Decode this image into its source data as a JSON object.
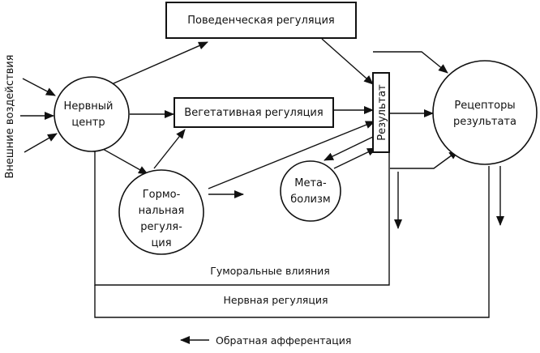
{
  "diagram": {
    "side_label": "Внешние воздействия",
    "behavioral": "Поведенческая регуляция",
    "vegetative": "Вегетативная регуляция",
    "nerve_center": [
      "Нервный",
      "центр"
    ],
    "hormonal": [
      "Гормо-",
      "нальная",
      "регуля-",
      "ция"
    ],
    "metabolism": [
      "Мета-",
      "болизм"
    ],
    "result": "Результат",
    "receptors": [
      "Рецепторы",
      "результата"
    ],
    "humoral": "Гуморальные влияния",
    "nervous_reg": "Нервная регуляция",
    "feedback": "Обратная афферентация"
  }
}
